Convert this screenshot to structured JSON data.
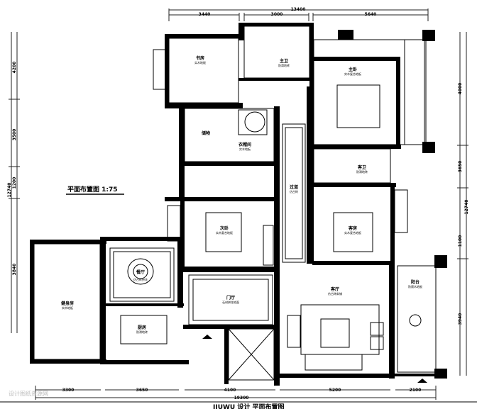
{
  "plan": {
    "title": "平面布置图 1:75",
    "footer_caption": "JIUWU 设计 平面布置图",
    "watermark": "设计图纸资源网"
  },
  "dimensions": {
    "top_total": "13400",
    "top_segments": [
      "3440",
      "3000",
      "5640"
    ],
    "bottom_total": "19300",
    "bottom_segments": [
      "3300",
      "3650",
      "4100",
      "5200",
      "2100"
    ],
    "left_segments": [
      "4200",
      "3500",
      "1200",
      "3840"
    ],
    "left_total": "12740",
    "right_segments": [
      "4000",
      "3650",
      "1100",
      "3940"
    ],
    "right_total": "12740"
  },
  "rooms": [
    {
      "name": "书房",
      "note": "实木地板"
    },
    {
      "name": "主卫",
      "note": "防滑地砖"
    },
    {
      "name": "主卧",
      "note": "实木复合地板"
    },
    {
      "name": "衣帽间",
      "note": "实木地板"
    },
    {
      "name": "过道",
      "note": "仿古砖"
    },
    {
      "name": "客卫",
      "note": "防滑地砖"
    },
    {
      "name": "次卧",
      "note": "实木复合地板"
    },
    {
      "name": "客房",
      "note": "实木复合地板"
    },
    {
      "name": "餐厅",
      "note": "仿古砖拼花"
    },
    {
      "name": "厨房",
      "note": "防滑地砖"
    },
    {
      "name": "门厅",
      "note": "石材拼花地面"
    },
    {
      "name": "客厅",
      "note": "仿古砖斜铺"
    },
    {
      "name": "阳台",
      "note": "防腐木地板"
    },
    {
      "name": "健身房",
      "note": "实木地板"
    },
    {
      "name": "储物",
      "note": ""
    }
  ]
}
